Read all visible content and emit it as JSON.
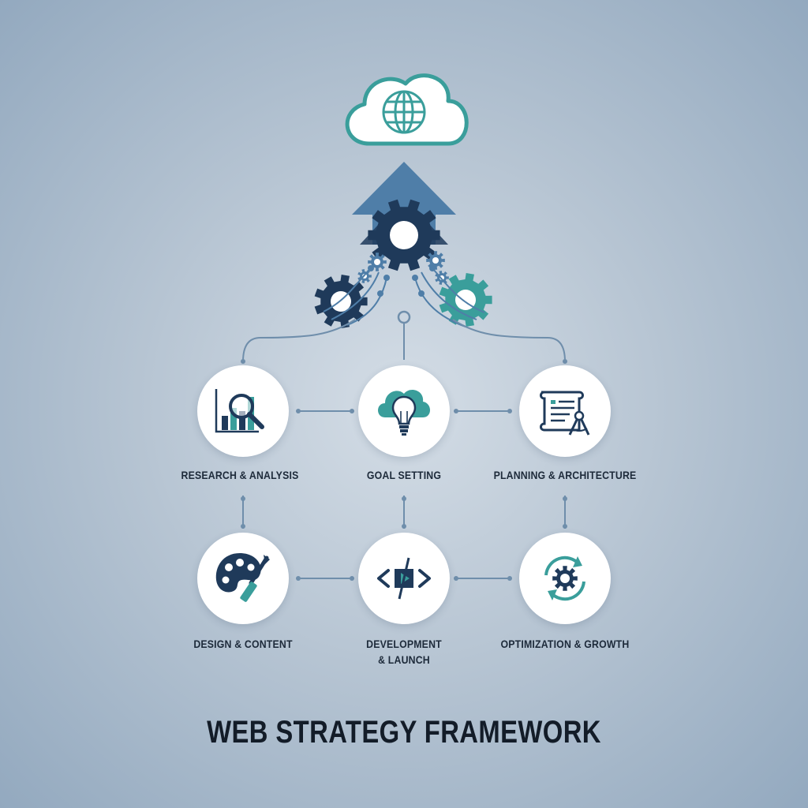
{
  "title": "WEB STRATEGY FRAMEWORK",
  "colors": {
    "navy": "#1f3a5a",
    "teal": "#3a9e9b",
    "steel_blue": "#4f7ea8",
    "connector": "#6f8eab"
  },
  "top_icons": {
    "cloud": "cloud-globe-icon",
    "arrow": "up-arrow-icon",
    "gears": "gears-cluster-icon"
  },
  "steps": [
    {
      "id": "research",
      "label": "RESEARCH & ANALYSIS",
      "icon": "magnifier-chart-icon"
    },
    {
      "id": "goal",
      "label": "GOAL SETTING",
      "icon": "lightbulb-cloud-icon"
    },
    {
      "id": "planning",
      "label": "PLANNING & ARCHITECTURE",
      "icon": "blueprint-compass-icon"
    },
    {
      "id": "design",
      "label": "DESIGN & CONTENT",
      "icon": "palette-brush-icon"
    },
    {
      "id": "development",
      "label": "DEVELOPMENT\n& LAUNCH",
      "icon": "code-play-icon"
    },
    {
      "id": "optimization",
      "label": "OPTIMIZATION & GROWTH",
      "icon": "gear-cycle-icon"
    }
  ]
}
